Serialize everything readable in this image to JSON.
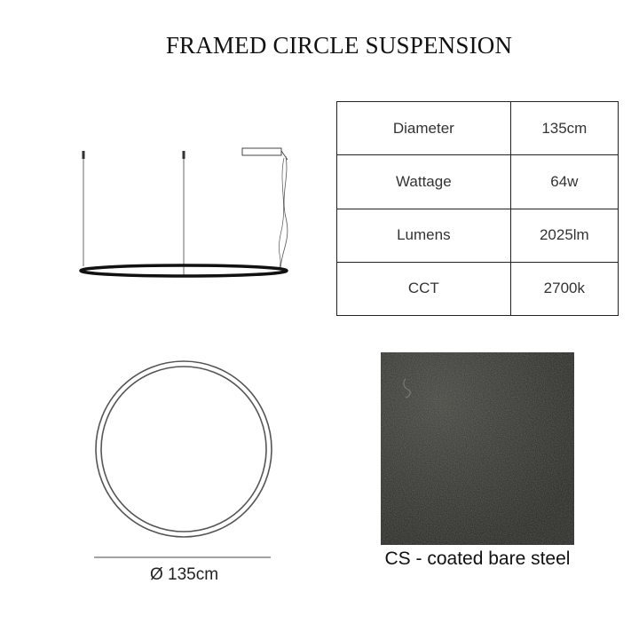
{
  "title": "FRAMED CIRCLE SUSPENSION",
  "specs": [
    {
      "label": "Diameter",
      "value": "135cm"
    },
    {
      "label": "Wattage",
      "value": "64w"
    },
    {
      "label": "Lumens",
      "value": "2025lm"
    },
    {
      "label": "CCT",
      "value": "2700k"
    }
  ],
  "dimension_label": "Ø 135cm",
  "finish": {
    "label": "CS - coated bare steel",
    "color": "#2e2e29"
  }
}
